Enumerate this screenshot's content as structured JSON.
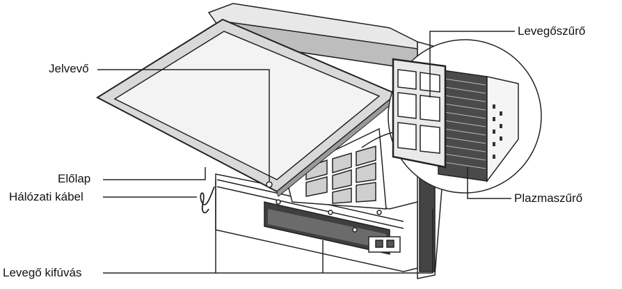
{
  "labels": {
    "air_filter": "Levegőszűrő",
    "signal_receiver": "Jelvevő",
    "front_panel": "Előlap",
    "plasma_filter": "Plazmaszűrő",
    "power_cable": "Hálózati kábel",
    "air_outlet": "Levegő kifúvás"
  },
  "colors": {
    "line": "#222222",
    "panel_gray": "#d9d9d9",
    "panel_light": "#f2f2f2",
    "body_dark": "#3a3a3a"
  }
}
